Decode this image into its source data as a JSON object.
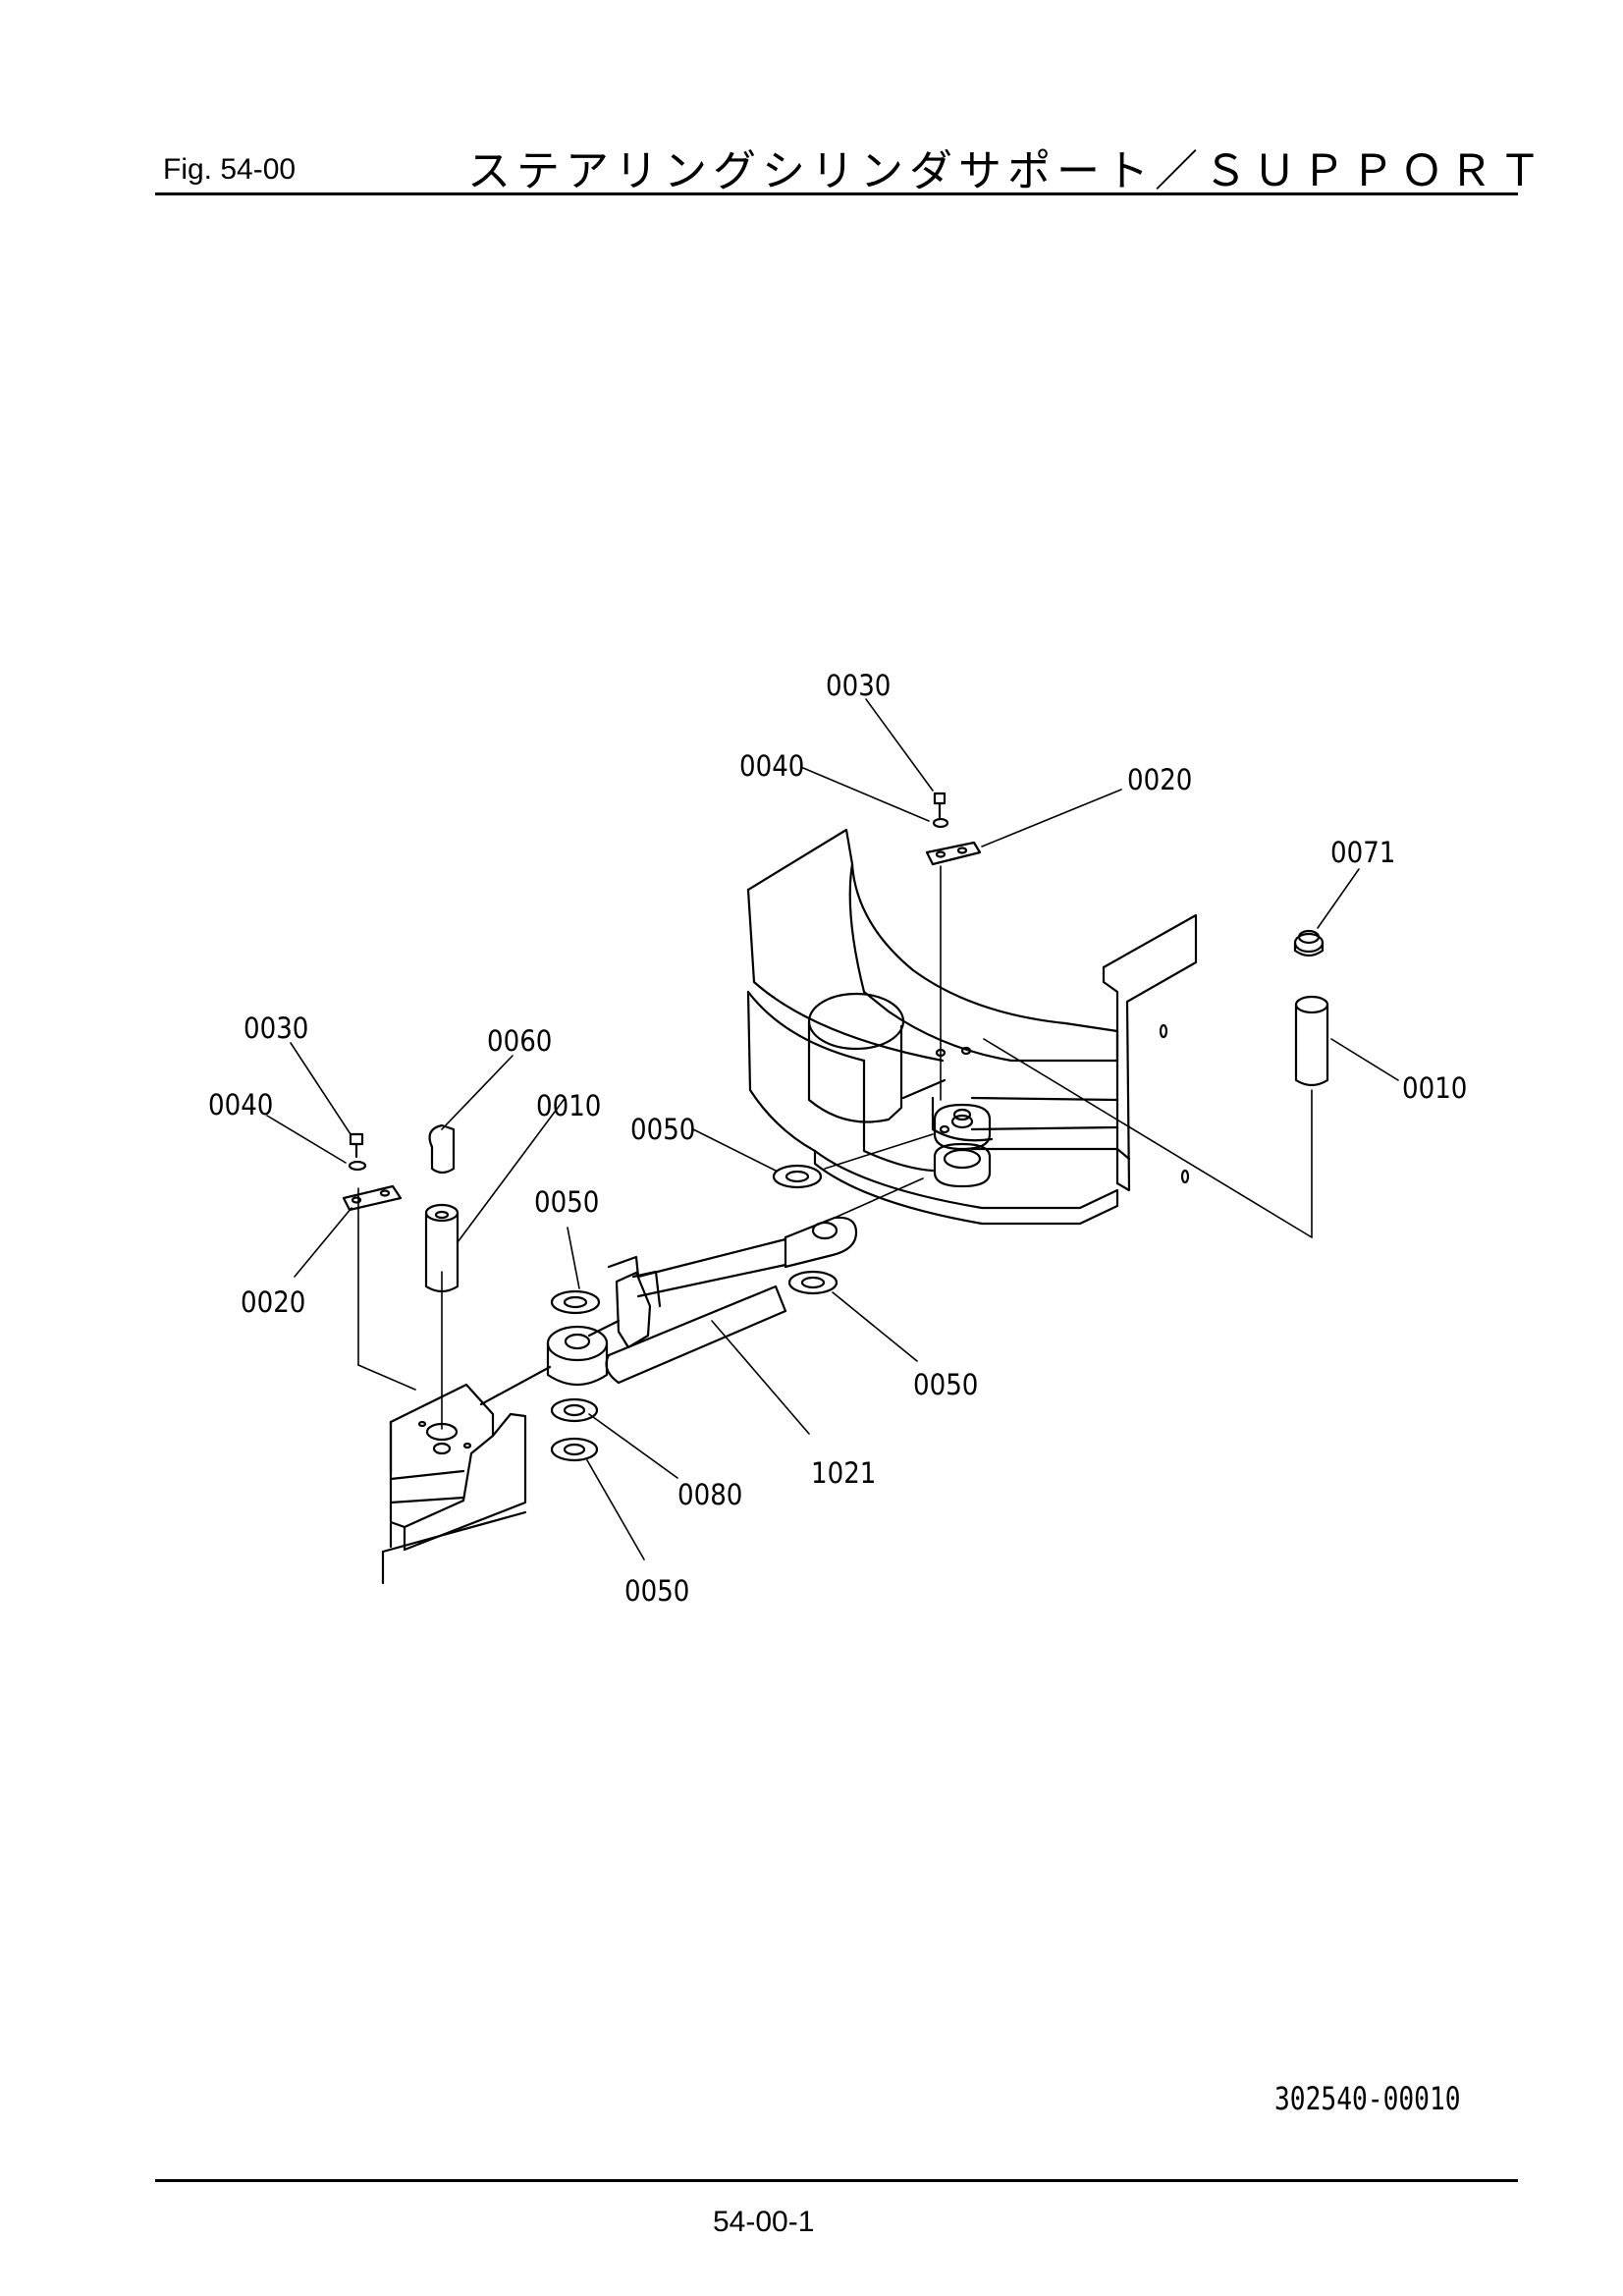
{
  "header": {
    "fig_label": "Fig.  54-00",
    "title": "ステアリングシリンダサポート／ＳＵＰＰＯＲＴ"
  },
  "callouts": [
    {
      "id": "c1",
      "label": "0030"
    },
    {
      "id": "c2",
      "label": "0040"
    },
    {
      "id": "c3",
      "label": "0020"
    },
    {
      "id": "c4",
      "label": "0071"
    },
    {
      "id": "c5",
      "label": "0010"
    },
    {
      "id": "c6",
      "label": "0030"
    },
    {
      "id": "c7",
      "label": "0060"
    },
    {
      "id": "c8",
      "label": "0040"
    },
    {
      "id": "c9",
      "label": "0010"
    },
    {
      "id": "c10",
      "label": "0050"
    },
    {
      "id": "c11",
      "label": "0050"
    },
    {
      "id": "c12",
      "label": "0020"
    },
    {
      "id": "c13",
      "label": "0050"
    },
    {
      "id": "c14",
      "label": "1021"
    },
    {
      "id": "c15",
      "label": "0080"
    },
    {
      "id": "c16",
      "label": "0050"
    }
  ],
  "footer": {
    "doc_id": "302540-00010",
    "page_number": "54-00-1"
  }
}
